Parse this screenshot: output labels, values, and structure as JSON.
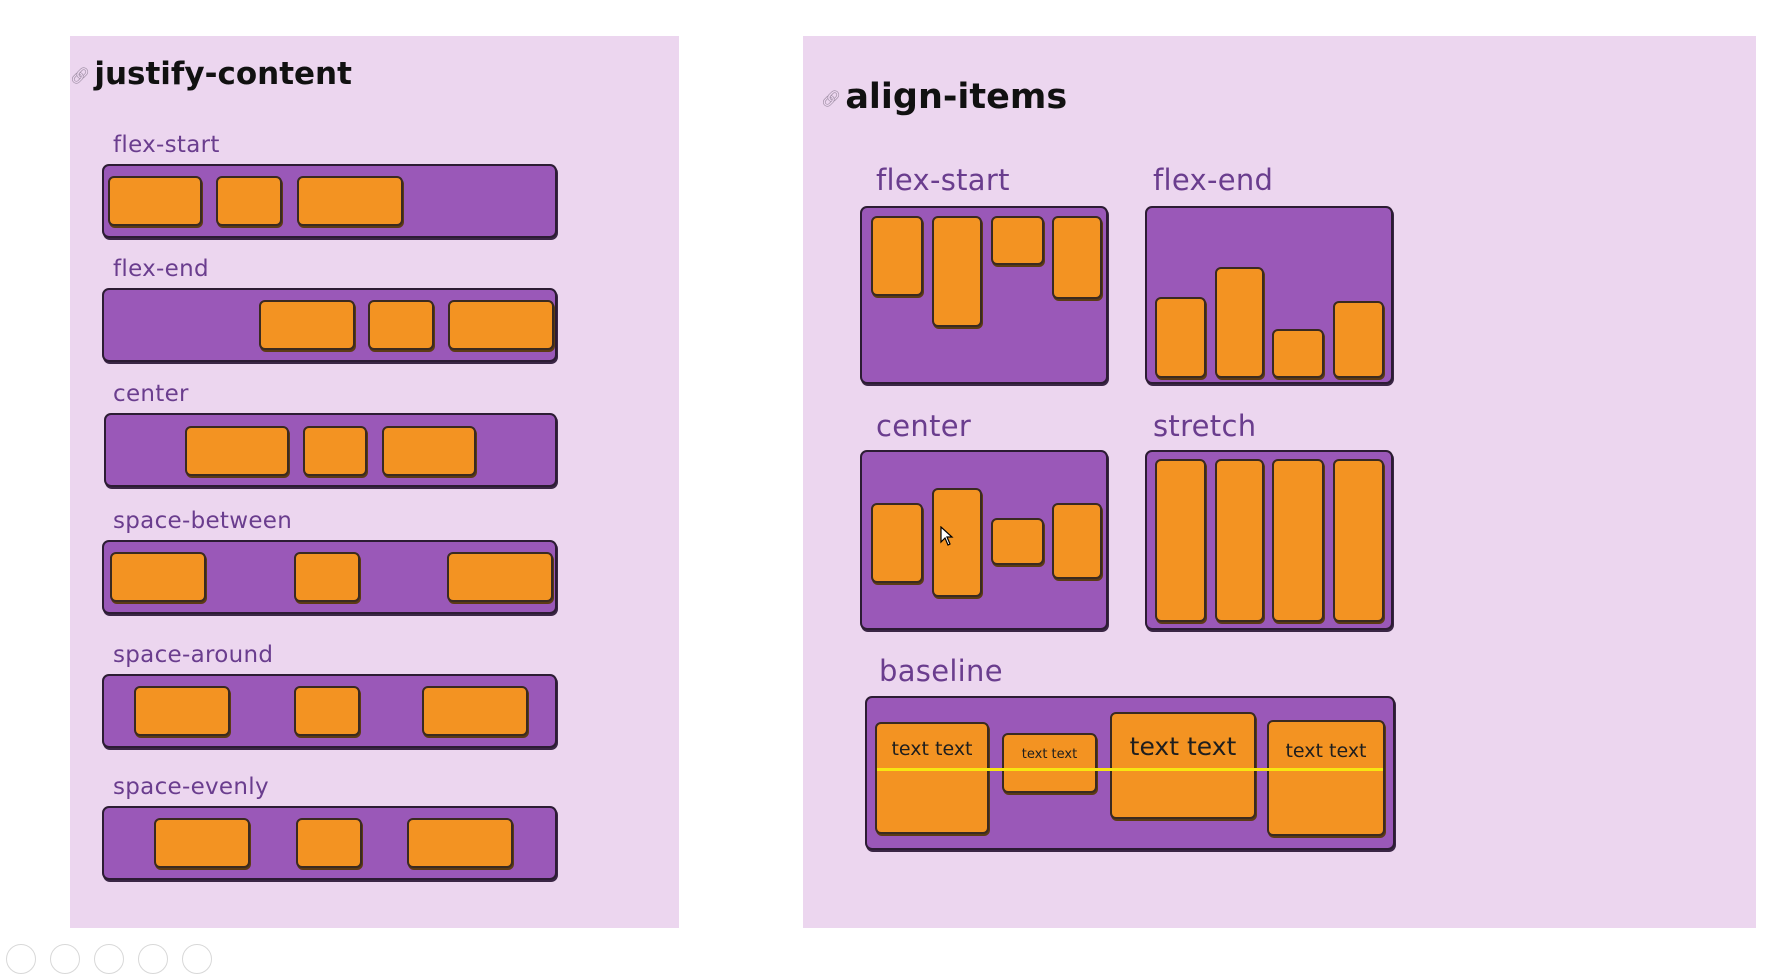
{
  "left_panel": {
    "title": "justify-content",
    "rows": [
      {
        "label": "flex-start"
      },
      {
        "label": "flex-end"
      },
      {
        "label": "center"
      },
      {
        "label": "space-between"
      },
      {
        "label": "space-around"
      },
      {
        "label": "space-evenly"
      }
    ]
  },
  "right_panel": {
    "title": "align-items",
    "boxes": [
      {
        "label": "flex-start"
      },
      {
        "label": "flex-end"
      },
      {
        "label": "center"
      },
      {
        "label": "stretch"
      },
      {
        "label": "baseline"
      }
    ],
    "baseline_items": [
      "text text",
      "text text",
      "text text",
      "text text"
    ]
  },
  "icons": {
    "link": "link-icon",
    "cursor": "mouse-cursor-icon"
  },
  "colors": {
    "panel_bg": "#ecd6ef",
    "container": "#9a58b8",
    "item": "#f39322",
    "baseline": "#f7e612",
    "label": "#6a3d8e"
  }
}
